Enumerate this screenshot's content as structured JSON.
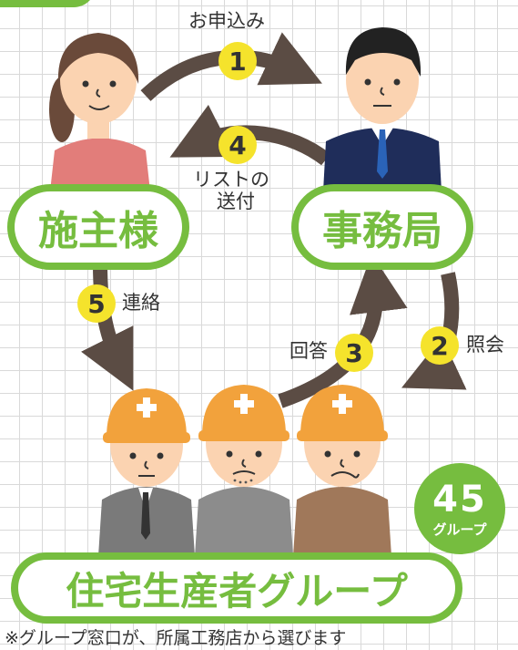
{
  "colors": {
    "accent": "#76bd3f",
    "arrow": "#5b4c44",
    "number_circle": "#f5e32c",
    "helmet": "#f2a23c",
    "skin": "#fbd3b1"
  },
  "nodes": {
    "client": "施主様",
    "office": "事務局",
    "builders": "住宅生産者グループ"
  },
  "steps": [
    {
      "number": "1",
      "label": "お申込み"
    },
    {
      "number": "2",
      "label": "照会"
    },
    {
      "number": "3",
      "label": "回答"
    },
    {
      "number": "4",
      "label_line1": "リストの",
      "label_line2": "送付"
    },
    {
      "number": "5",
      "label": "連絡"
    }
  ],
  "badge": {
    "count": "45",
    "unit": "グループ"
  },
  "footnote": "※グループ窓口が、所属工務店から選びます"
}
